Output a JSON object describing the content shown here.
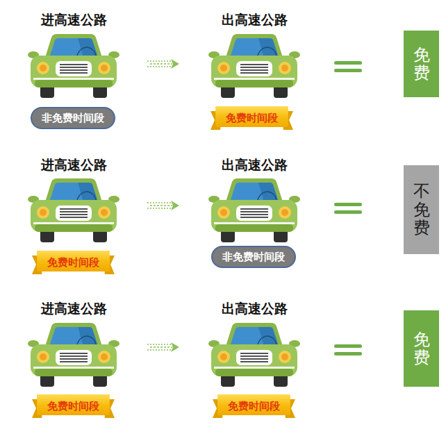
{
  "diagram": {
    "nodes": [
      {
        "text": [
          "非免费时间段"
        ]
      },
      {
        "text": [
          "免费时间段"
        ]
      },
      {
        "text": [
          "免费"
        ]
      },
      {
        "text": [
          "免费时间段"
        ]
      },
      {
        "text": [
          "非免费时间段"
        ]
      },
      {
        "text": [
          "不免费"
        ]
      },
      {
        "text": [
          "免费时间段"
        ]
      },
      {
        "text": [
          "免费时间段"
        ]
      },
      {
        "text": [
          "免费"
        ]
      }
    ],
    "labels": [
      "进高速公路",
      "出高速公路",
      "进高速公路",
      "出高速公路",
      "进高速公路",
      "出高速公路"
    ]
  }
}
